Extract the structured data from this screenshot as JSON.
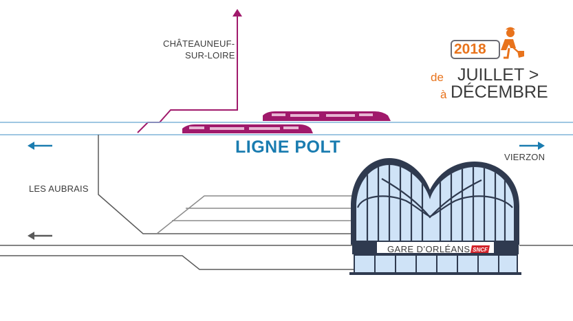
{
  "labels": {
    "chateauneuf_line1": "CHÂTEAUNEUF-",
    "chateauneuf_line2": "SUR-LOIRE",
    "ligne_polt": "LIGNE POLT",
    "vierzon": "VIERZON",
    "les_aubrais": "LES AUBRAIS",
    "gare": "GARE D’ORLÉANS",
    "sncf": "SNCF"
  },
  "schedule": {
    "year": "2018",
    "from_prefix": "de",
    "from_month": "JUILLET >",
    "to_prefix": "à",
    "to_month": "DÉCEMBRE"
  },
  "colors": {
    "accent_orange": "#e8731c",
    "polt_blue": "#1a7cb0",
    "line_purple": "#a0196b",
    "track_gray": "#5a5a5a",
    "station_blue": "#cfe3f7",
    "dark_navy": "#2f3a4f"
  },
  "icons": {
    "work": "construction-worker-shovel-icon",
    "train": "tgv-train-icon",
    "arrow_left": "arrow-left-icon",
    "arrow_right": "arrow-right-icon",
    "arrow_up": "arrow-up-icon"
  }
}
